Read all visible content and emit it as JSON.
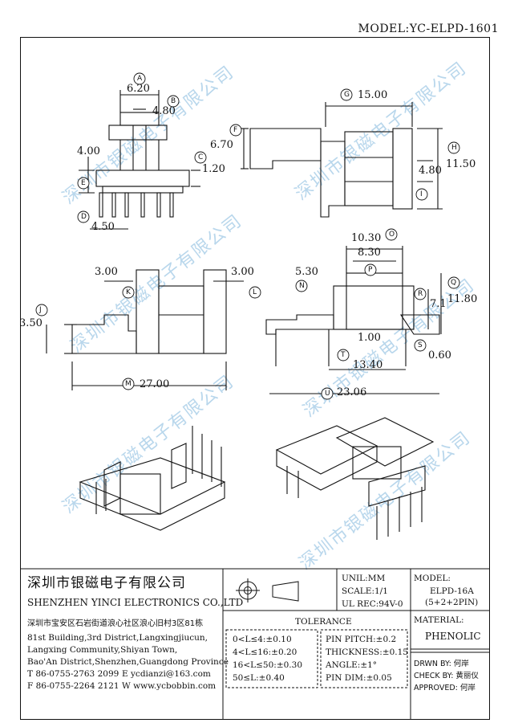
{
  "header": {
    "model": "MODEL:YC-ELPD-1601"
  },
  "watermark": "深圳市银磁电子有限公司",
  "drawing": {
    "view1": {
      "A": "A",
      "B": "B",
      "C": "C",
      "D": "D",
      "E": "E",
      "dim_a": "6.20",
      "dim_b": "4.80",
      "dim_c": "1.20",
      "dim_e": "4.00",
      "dim_d": "4.50"
    },
    "view2": {
      "G": "G",
      "F": "F",
      "H": "H",
      "I": "I",
      "dim_g": "15.00",
      "dim_f": "6.70",
      "dim_h": "11.50",
      "dim_i": "4.80"
    },
    "view3": {
      "K": "K",
      "L": "L",
      "J": "J",
      "M": "M",
      "dim_k": "3.00",
      "dim_l": "3.00",
      "dim_j": "3.50",
      "dim_m": "27.00"
    },
    "view4": {
      "O": "O",
      "P": "P",
      "N": "N",
      "Q": "Q",
      "R": "R",
      "S": "S",
      "T": "T",
      "U": "U",
      "dim_o": "10.30",
      "dim_p": "8.30",
      "dim_n": "5.30",
      "dim_q": "11.80",
      "dim_r": "7.1",
      "dim_t": "1.00",
      "dim_s": "0.60",
      "dim_13": "13.40",
      "dim_u": "23.06"
    }
  },
  "title_block": {
    "company_cn": "深圳市银磁电子有限公司",
    "company_en": "SHENZHEN YINCI ELECTRONICS CO.,LTD",
    "address_cn": "深圳市宝安区石岩街道浪心社区浪心旧村3区81栋",
    "address_en": [
      "81st Building,3rd District,Langxingjiucun,",
      "Langxing Community,Shiyan Town,",
      "Bao'An District,Shenzhen,Guangdong Province"
    ],
    "tel": "T 86-0755-2763 2099",
    "email": "E ycdianzi@163.com",
    "fax": "F 86-0755-2264 2121",
    "web": "W www.ycbobbin.com",
    "unit": "UNIL:MM",
    "scale": "SCALE:1/1",
    "ul": "UL REC:94V-0",
    "model_label": "MODEL:",
    "model_value": "ELPD-16A",
    "model_pins": "(5+2+2PIN)",
    "material_label": "MATERIAL:",
    "material_value": "PHENOLIC",
    "tolerance_title": "TOLERANCE",
    "tolerance_left": [
      "0<L≤4:±0.10",
      "4<L≤16:±0.20",
      "16<L≤50:±0.30",
      "50≤L:±0.40"
    ],
    "tolerance_right": [
      "PIN PITCH:±0.2",
      "THICKNESS:±0.15",
      "ANGLE:±1°",
      "PIN DIM:±0.05"
    ],
    "drawn": "DRWN BY: 何岸",
    "check": "CHECK BY: 黄丽仪",
    "approved": "APPROVED: 何岸"
  }
}
